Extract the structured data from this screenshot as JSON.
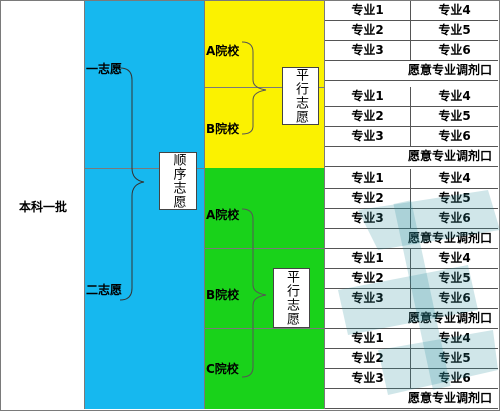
{
  "left": {
    "batch_label": "本科一批"
  },
  "cyan": {
    "first_choice": "一志愿",
    "second_choice": "二志愿",
    "box_text": "顺序志愿"
  },
  "yellow": {
    "school_a": "A院校",
    "school_b": "B院校",
    "box_text": "平行志愿"
  },
  "green": {
    "school_a": "A院校",
    "school_b": "B院校",
    "school_c": "C院校",
    "box_text": "平行志愿"
  },
  "table": {
    "groups": [
      {
        "rows": [
          [
            "专业1",
            "专业4"
          ],
          [
            "专业2",
            "专业5"
          ],
          [
            "专业3",
            "专业6"
          ]
        ],
        "adjust": "愿意专业调剂口"
      },
      {
        "rows": [
          [
            "专业1",
            "专业4"
          ],
          [
            "专业2",
            "专业5"
          ],
          [
            "专业3",
            "专业6"
          ]
        ],
        "adjust": "愿意专业调剂口"
      },
      {
        "rows": [
          [
            "专业1",
            "专业4"
          ],
          [
            "专业2",
            "专业5"
          ],
          [
            "专业3",
            "专业6"
          ]
        ],
        "adjust": "愿意专业调剂口"
      },
      {
        "rows": [
          [
            "专业1",
            "专业4"
          ],
          [
            "专业2",
            "专业5"
          ],
          [
            "专业3",
            "专业6"
          ]
        ],
        "adjust": "愿意专业调剂口"
      },
      {
        "rows": [
          [
            "专业1",
            "专业4"
          ],
          [
            "专业2",
            "专业5"
          ],
          [
            "专业3",
            "专业6"
          ]
        ],
        "adjust": "愿意专业调剂口"
      }
    ]
  },
  "colors": {
    "cyan": "#16b8ef",
    "yellow": "#fbf200",
    "green": "#19d21a",
    "watermark": "#2a8f9a"
  }
}
